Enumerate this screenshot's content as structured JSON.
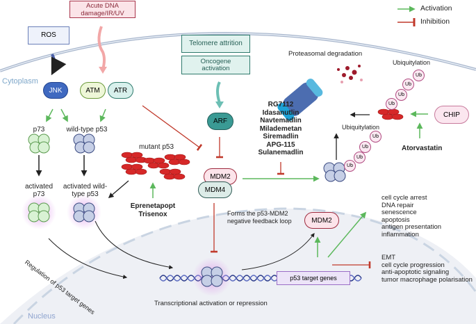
{
  "legend": {
    "activation": "Activation",
    "inhibition": "Inhibition",
    "activation_color": "#5cb85c",
    "inhibition_color": "#c0392b"
  },
  "compartments": {
    "cytoplasm": "Cytoplasm",
    "nucleus": "Nucleus"
  },
  "stimuli": {
    "ros": "ROS",
    "dna_damage": "Acute DNA damage/IR/UV",
    "telomere": "Telomere attrition",
    "oncogene": "Oncogene activation"
  },
  "kinases": {
    "jnk": "JNK",
    "atm": "ATM",
    "atr": "ATR",
    "arf": "ARF"
  },
  "proteins": {
    "p73": "p73",
    "wild_type_p53": "wild-type p53",
    "activated_p73": "activated p73",
    "activated_wt_p53": "activated wild-type p53",
    "mutant_p53": "mutant p53",
    "mdm2": "MDM2",
    "mdm4": "MDM4",
    "mdm2_feedback": "MDM2",
    "chip": "CHIP",
    "ub": "Ub"
  },
  "drugs": {
    "mutant_reactivators": [
      "Eprenetapopt",
      "Trisenox"
    ],
    "mdm2_inhibitors": [
      "RG7112",
      "Idasanutlin",
      "Navtemadlin",
      "Milademetan",
      "Siremadlin",
      "APG-115",
      "Sulanemadlin"
    ],
    "chip_activator": "Atorvastatin"
  },
  "process_labels": {
    "proteasomal_degradation": "Proteasomal degradation",
    "ubiquitylation_top": "Ubiquitylation",
    "ubiquitylation_mid": "Ubiquitylation",
    "feedback_loop": "Forms the p53-MDM2 negative feedback loop",
    "target_genes": "p53 target genes",
    "transcription": "Transcriptional activation or repression",
    "regulation": "Regulation of p53 target genes"
  },
  "outcomes": {
    "activated": [
      "cell cycle arrest",
      "DNA repair",
      "senescence",
      "apoptosis",
      "antigen presentation",
      "inflammation"
    ],
    "inhibited": [
      "EMT",
      "cell cycle progression",
      "anti-apoptotic signaling",
      "tumor macrophage polarisation"
    ]
  }
}
